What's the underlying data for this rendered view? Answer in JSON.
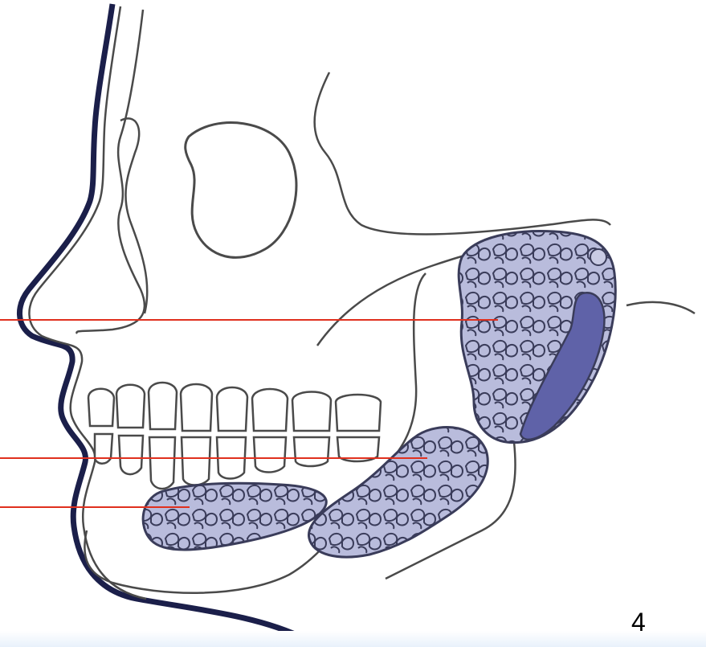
{
  "slide": {
    "page_number": "4"
  },
  "colors": {
    "gland_fill": "#b9bcdc",
    "gland_lobule": "#3a3c5a",
    "duct_fill": "#5f62a8",
    "outline": "#4a4a4a",
    "profile_edge": "#1b1f4a",
    "pointer_line": "#e0301e",
    "background": "#ffffff"
  },
  "diagram": {
    "structures": [
      "parotid-gland",
      "submandibular-gland",
      "sublingual-gland"
    ],
    "pointer_count": 3
  }
}
